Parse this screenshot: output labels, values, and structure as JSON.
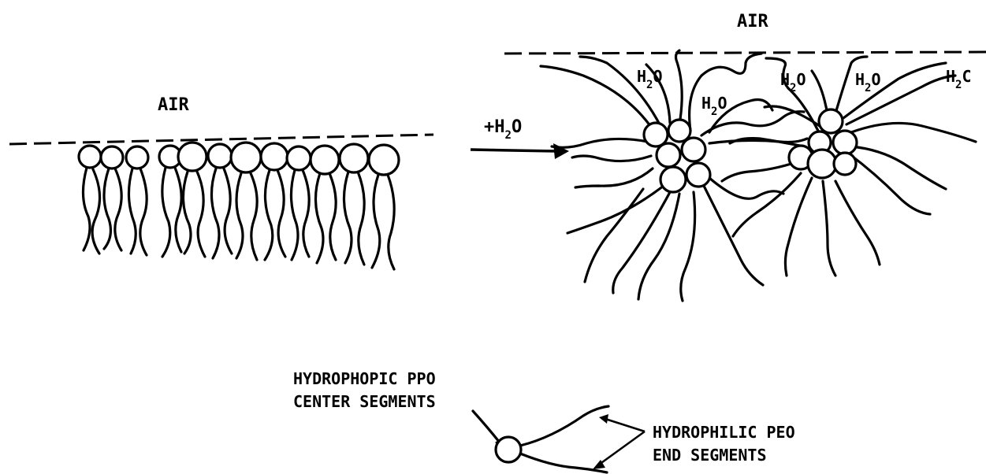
{
  "monolayer": {
    "air_label": "AIR"
  },
  "transition": {
    "arrow_label_prefix": "+H",
    "arrow_label_sub": "2",
    "arrow_label_suffix": "O"
  },
  "micelle_panel": {
    "air_label": "AIR",
    "water_labels": [
      {
        "prefix": "H",
        "sub": "2",
        "suffix": "O"
      },
      {
        "prefix": "H",
        "sub": "2",
        "suffix": "O"
      },
      {
        "prefix": "H",
        "sub": "2",
        "suffix": "O"
      },
      {
        "prefix": "H",
        "sub": "2",
        "suffix": "O"
      },
      {
        "prefix": "H",
        "sub": "2",
        "suffix": "C"
      }
    ]
  },
  "legend": {
    "ppo_line1": "HYDROPHOPIC PPO",
    "ppo_line2": "CENTER SEGMENTS",
    "peo_line1": "HYDROPHILIC PEO",
    "peo_line2": "END SEGMENTS"
  }
}
